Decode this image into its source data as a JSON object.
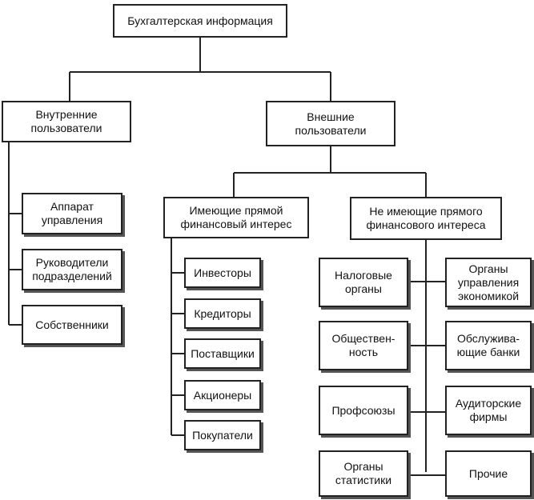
{
  "root": {
    "label": "Бухгалтерская информация"
  },
  "internal": {
    "label": "Внутренние\nпользователи",
    "items": [
      {
        "label": "Аппарат\nуправления"
      },
      {
        "label": "Руководители\nподразделений"
      },
      {
        "label": "Собственники"
      }
    ]
  },
  "external": {
    "label": "Внешние\nпользователи",
    "direct": {
      "label": "Имеющие прямой\nфинансовый интерес",
      "items": [
        {
          "label": "Инвесторы"
        },
        {
          "label": "Кредиторы"
        },
        {
          "label": "Поставщики"
        },
        {
          "label": "Акционеры"
        },
        {
          "label": "Покупатели"
        }
      ]
    },
    "indirect": {
      "label": "Не имеющие прямого\nфинансового интереса",
      "left_items": [
        {
          "label": "Налоговые\nорганы"
        },
        {
          "label": "Обществен-\nность"
        },
        {
          "label": "Профсоюзы"
        },
        {
          "label": "Органы\nстатистики"
        }
      ],
      "right_items": [
        {
          "label": "Органы\nуправления\nэкономикой"
        },
        {
          "label": "Обслужива-\nющие банки"
        },
        {
          "label": "Аудиторские\nфирмы"
        },
        {
          "label": "Прочие"
        }
      ]
    }
  }
}
